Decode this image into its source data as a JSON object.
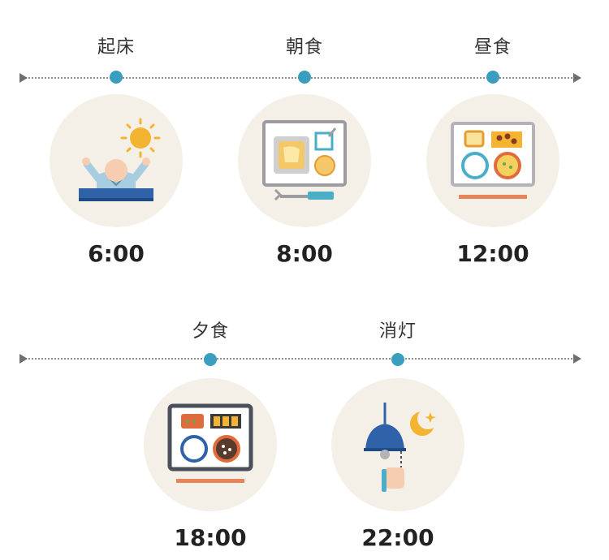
{
  "rows": [
    {
      "events": [
        {
          "label": "起床",
          "time": "6:00",
          "icon": "wake-up-icon"
        },
        {
          "label": "朝食",
          "time": "8:00",
          "icon": "breakfast-tray-icon"
        },
        {
          "label": "昼食",
          "time": "12:00",
          "icon": "lunch-tray-icon"
        }
      ]
    },
    {
      "events": [
        {
          "label": "夕食",
          "time": "18:00",
          "icon": "dinner-tray-icon"
        },
        {
          "label": "消灯",
          "time": "22:00",
          "icon": "lights-out-icon"
        }
      ]
    }
  ],
  "colors": {
    "dot": "#3a9fbe",
    "circle_bg": "#f4f0e8",
    "line": "#8a8a8a",
    "text": "#222222"
  }
}
